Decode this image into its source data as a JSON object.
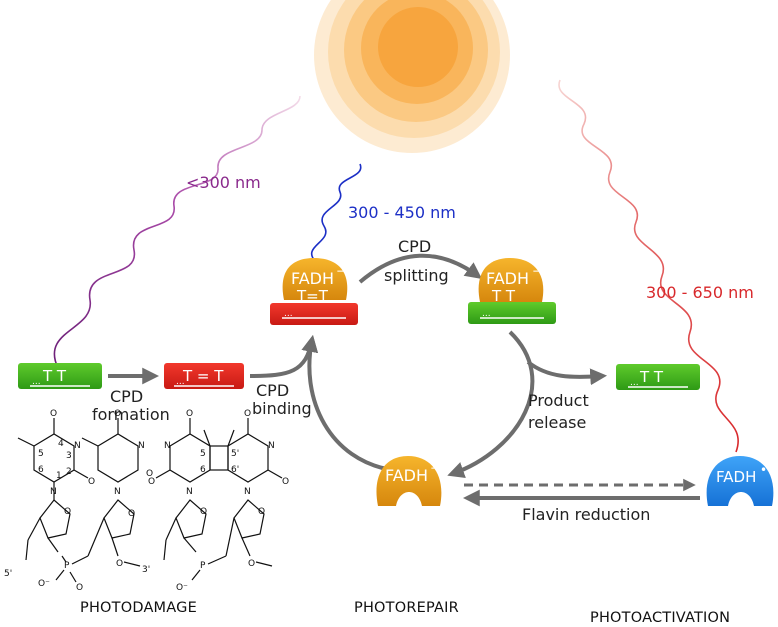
{
  "colors": {
    "sun_outer": "#fde3c0",
    "sun_core": "#f7a73c",
    "uv_short": "#8a2a8c",
    "uv_blue": "#1c2fc6",
    "visible_red": "#d8282b",
    "green_box": "#3fb51d",
    "red_box": "#e0231c",
    "fadh_orange": "#e69412",
    "fadh_blue": "#1d86ea",
    "arrow_gray": "#6d6d6d"
  },
  "wavelengths": {
    "uv_short": "<300 nm",
    "uv_blue": "300 - 450 nm",
    "visible": "300 - 650 nm"
  },
  "dna": {
    "pair_label": "T    T",
    "dimer_label": "T = T",
    "bound_dimer_label": "T=T",
    "split_label": "T   T",
    "dots": "..."
  },
  "enzyme": {
    "fadh_reduced": "FADH",
    "charge": "−",
    "fadh_radical": "FADH",
    "radical": "•"
  },
  "steps": {
    "cpd_formation_line1": "CPD",
    "cpd_formation_line2": "formation",
    "cpd_binding_line1": "CPD",
    "cpd_binding_line2": "binding",
    "cpd_splitting_line1": "CPD",
    "cpd_splitting_line2": "splitting",
    "product_release_line1": "Product",
    "product_release_line2": "release",
    "flavin_reduction": "Flavin reduction"
  },
  "sections": {
    "photodamage": "PHOTODAMAGE",
    "photorepair": "PHOTOREPAIR",
    "photoactivation": "PHOTOACTIVATION"
  },
  "chemistry": {
    "O": "O",
    "N": "N",
    "P": "P",
    "O_minus": "O⁻",
    "five_prime": "5'",
    "three_prime": "3'",
    "pos_1": "1",
    "pos_2": "2",
    "pos_3": "3",
    "pos_4": "4",
    "pos_5": "5",
    "pos_6": "6",
    "pos_5p": "5'",
    "pos_6p": "6'"
  }
}
